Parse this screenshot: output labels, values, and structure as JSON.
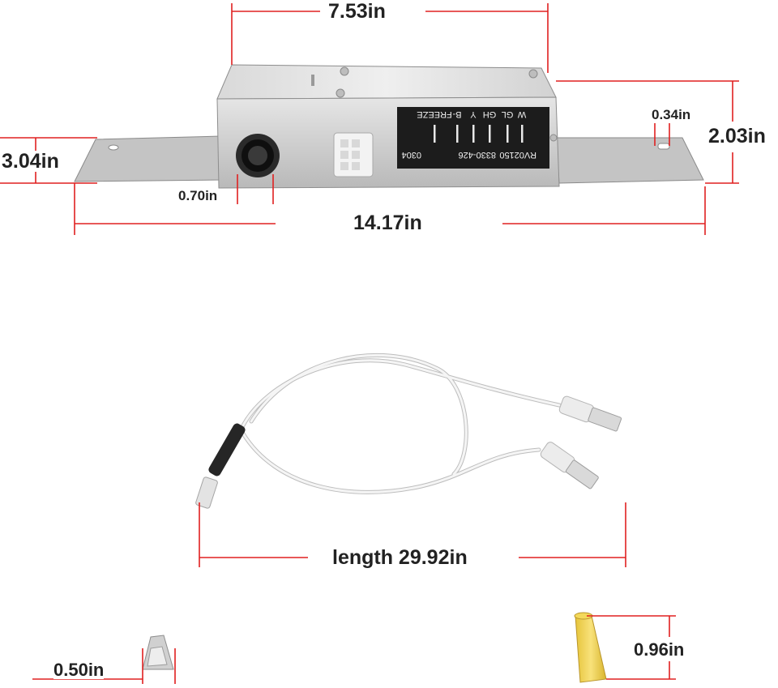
{
  "dimensions": {
    "box_width": "7.53in",
    "box_height": "2.03in",
    "bracket_height": "3.04in",
    "slot_width": "0.34in",
    "grommet_diameter": "0.70in",
    "overall_length": "14.17in",
    "wire_length": "length 29.92in",
    "clip_size": "0.50in",
    "connector_height": "0.96in"
  },
  "label_plate": {
    "pins": [
      "W",
      "GL",
      "GH",
      "Y",
      "B-",
      "FREEZE"
    ],
    "model": "RV02150",
    "part_number": "8330-426",
    "date_code": "0304"
  },
  "colors": {
    "dimension_line": "#e02020",
    "metal": "#c9c9c9",
    "label_plate": "#1c1c1c",
    "wire": "#f2f2f2",
    "wire_nut": "#f2d44a"
  }
}
